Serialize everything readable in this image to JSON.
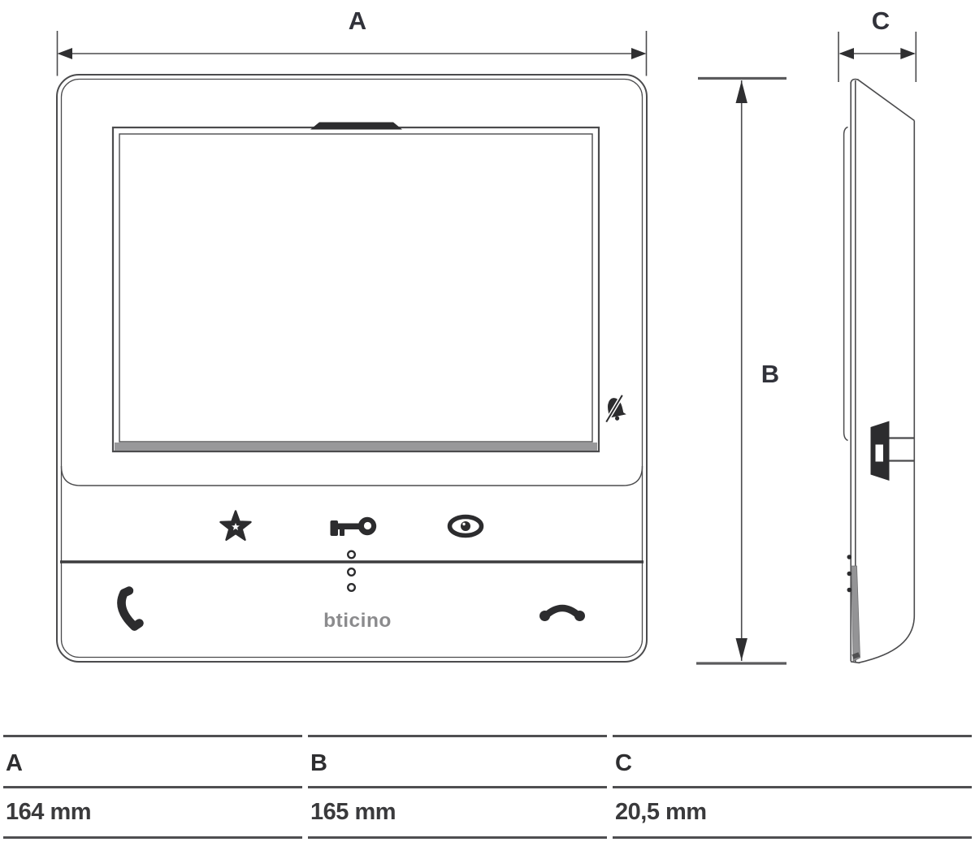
{
  "dimensions": {
    "a": {
      "label": "A",
      "value": "164 mm"
    },
    "b": {
      "label": "B",
      "value": "165 mm"
    },
    "c": {
      "label": "C",
      "value": "20,5 mm"
    }
  },
  "front_view": {
    "logo": "bticino",
    "button_icons": [
      "star-favorite",
      "key-door-lock",
      "eye-camera"
    ],
    "bottom_icons": [
      "phone-answer",
      "phone-hangup"
    ],
    "status_icon": "bell-mute",
    "indicator_dots": 3
  },
  "colors": {
    "line": "#4b4b4d",
    "icon": "#2c2c2e",
    "logo_gray": "#8b8b8d",
    "label": "#31323a",
    "table_rule": "#4f4f51"
  }
}
